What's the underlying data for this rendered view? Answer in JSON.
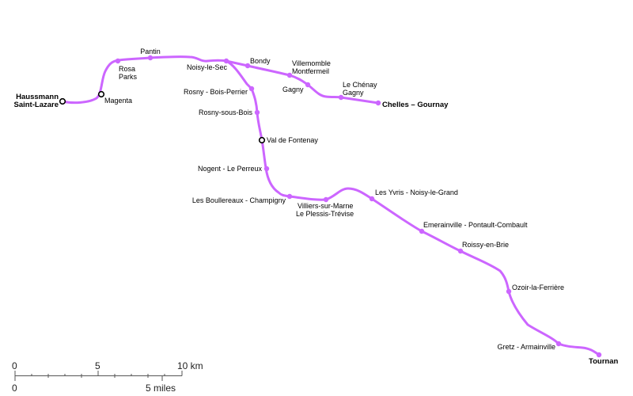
{
  "line_color": "#cc66ff",
  "stations": {
    "haussmann": "Haussmann",
    "saint_lazare": "Saint-Lazare",
    "magenta": "Magenta",
    "rosa": "Rosa",
    "parks": "Parks",
    "pantin": "Pantin",
    "noisy_le_sec": "Noisy-le-Sec",
    "bondy": "Bondy",
    "villemomble": "Villemomble",
    "montfermeil": "Montfermeil",
    "gagny": "Gagny",
    "le_chenay": "Le Chénay",
    "le_chenay_gagny": "Gagny",
    "chelles": "Chelles – Gournay",
    "rosny_bois_perrier": "Rosny - Bois-Perrier",
    "rosny_sous_bois": "Rosny-sous-Bois",
    "val_de_fontenay": "Val de Fontenay",
    "nogent": "Nogent - Le Perreux",
    "boullereaux": "Les Boullereaux - Champigny",
    "villiers": "Villiers-sur-Marne",
    "plessis": "Le Plessis-Trévise",
    "les_yvris": "Les Yvris - Noisy-le-Grand",
    "emerainville": "Emerainville - Pontault-Combault",
    "roissy": "Roissy-en-Brie",
    "ozoir": "Ozoir-la-Ferrière",
    "gretz": "Gretz - Armainville",
    "tournan": "Tournan"
  },
  "scale": {
    "km_0": "0",
    "km_5": "5",
    "km_10": "10 km",
    "mi_0": "0",
    "mi_5": "5 miles"
  }
}
